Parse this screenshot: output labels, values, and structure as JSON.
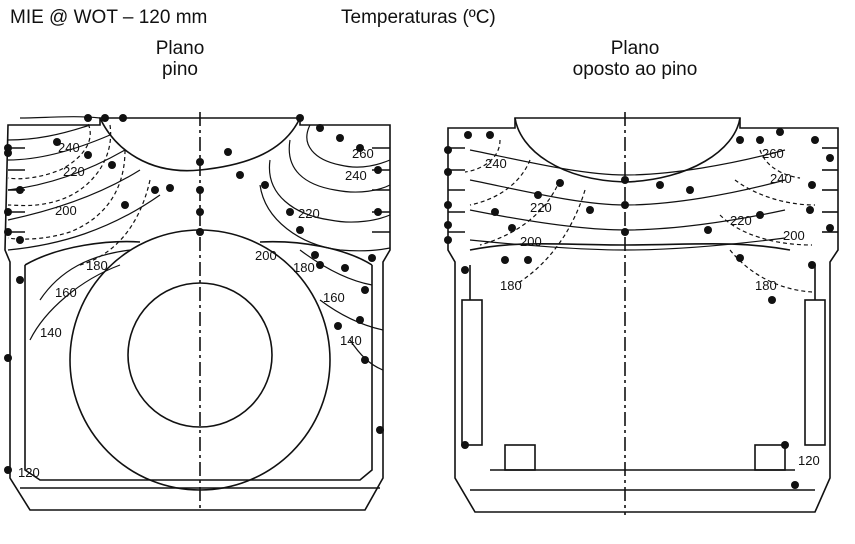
{
  "header": {
    "title": "MIE @ WOT – 120 mm",
    "subtitle": "Temperaturas (ºC)"
  },
  "planes": {
    "left_line1": "Plano",
    "left_line2": "pino",
    "right_line1": "Plano",
    "right_line2": "oposto ao pino"
  },
  "isotherms": {
    "left": [
      "240",
      "220",
      "200",
      "180",
      "160",
      "140",
      "120",
      "260",
      "240",
      "220",
      "200",
      "180",
      "160",
      "140"
    ],
    "right": [
      "240",
      "220",
      "200",
      "180",
      "260",
      "240",
      "220",
      "200",
      "180",
      "120"
    ]
  }
}
